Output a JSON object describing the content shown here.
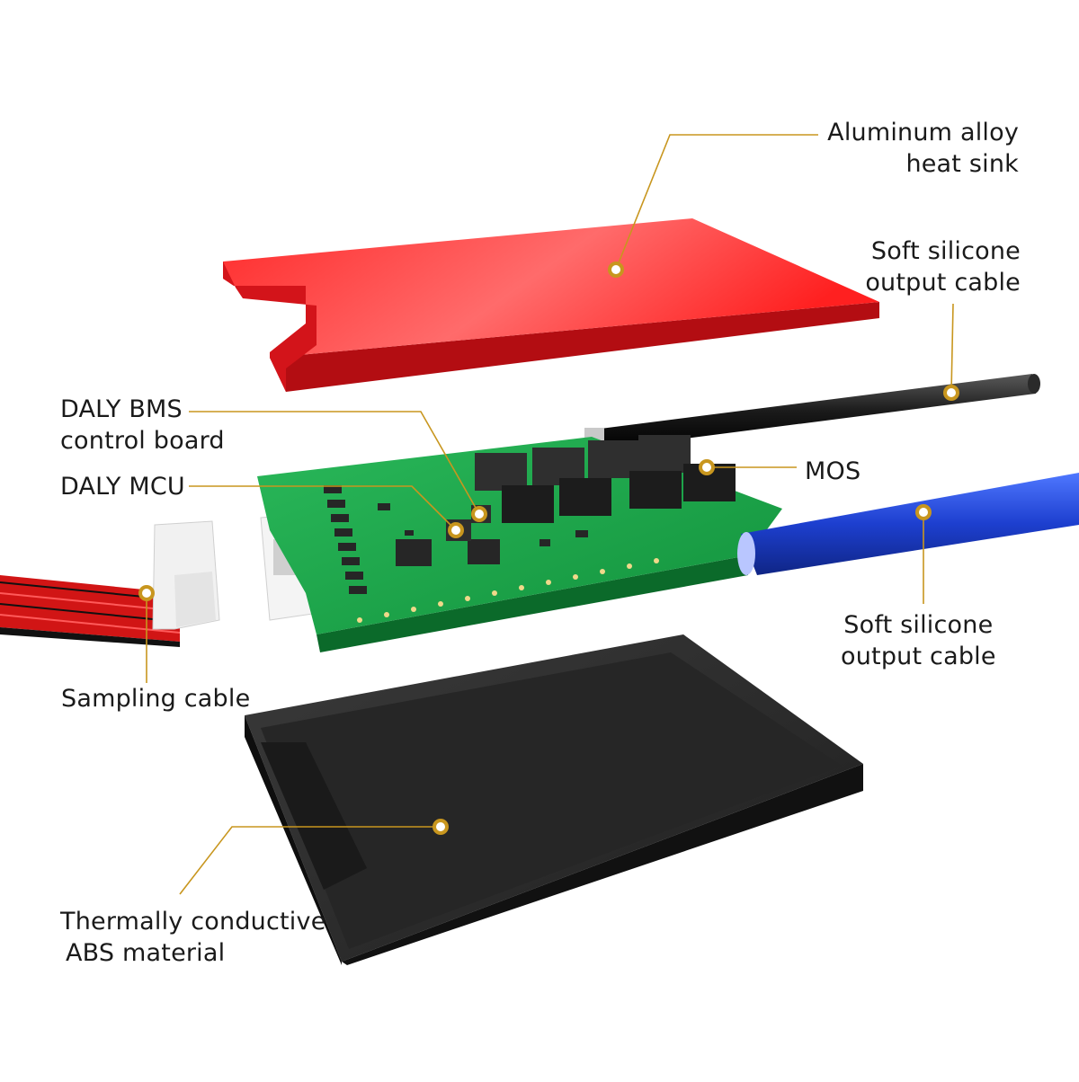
{
  "labels": {
    "heat_sink": [
      "Aluminum alloy",
      "heat sink"
    ],
    "silicone_top": [
      "Soft silicone",
      "output cable"
    ],
    "bms_board": [
      "DALY BMS",
      "control board"
    ],
    "mcu": [
      "DALY MCU"
    ],
    "mos": [
      "MOS"
    ],
    "silicone_bottom": [
      "Soft silicone",
      "output cable"
    ],
    "sampling": [
      "Sampling cable"
    ],
    "abs": [
      "Thermally conductive",
      "ABS material"
    ]
  },
  "colors": {
    "heat_sink": "#e8141c",
    "pcb": "#14a043",
    "abs_case": "#1e1e1e",
    "black_cable": "#141414",
    "blue_cable": "#1d3fcf",
    "sampling_cable": "#e01818",
    "leader": "#c8961e"
  }
}
